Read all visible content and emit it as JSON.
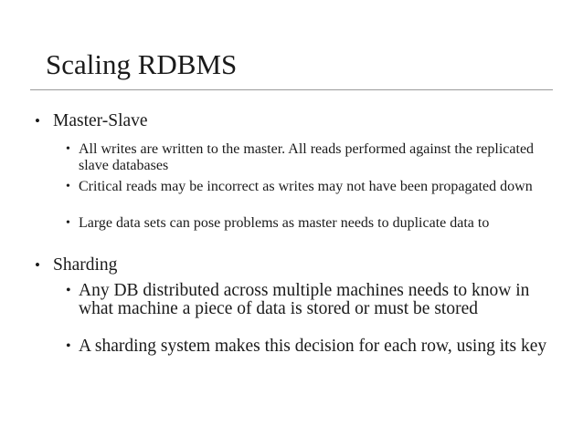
{
  "slide": {
    "title": "Scaling RDBMS",
    "bullet_glyph": "•",
    "items": [
      {
        "label": "Master-Slave",
        "subitems": [
          "All writes are written to the master. All reads performed against the replicated slave databases",
          "Critical reads may be incorrect as writes may not have been propagated down",
          "Large data sets can pose problems as master needs to duplicate data to"
        ]
      },
      {
        "label": "Sharding",
        "subitems": [
          "Any DB distributed across multiple machines needs to know in what machine a piece of data is stored or must be stored",
          "A sharding system makes this decision for each row, using its key"
        ]
      }
    ]
  }
}
